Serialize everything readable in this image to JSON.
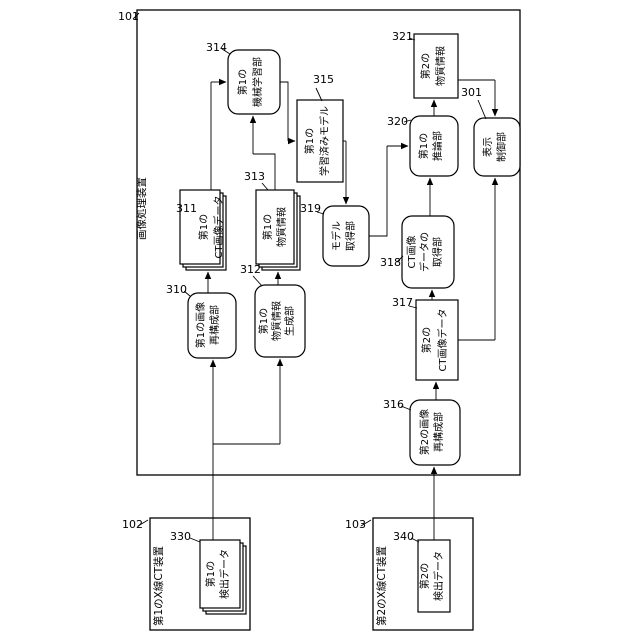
{
  "frames": {
    "f101": {
      "ref": "101",
      "title": "画像処理装置"
    },
    "f102": {
      "ref": "102",
      "title": "第1のX線CT装置"
    },
    "f103": {
      "ref": "103",
      "title": "第2のX線CT装置"
    }
  },
  "blocks": {
    "b330": {
      "ref": "330",
      "lines": [
        "第1の",
        "検出データ"
      ]
    },
    "b340": {
      "ref": "340",
      "lines": [
        "第2の",
        "検出データ"
      ]
    },
    "b310": {
      "ref": "310",
      "lines": [
        "第1の画像",
        "再構成部"
      ]
    },
    "b312": {
      "ref": "312",
      "lines": [
        "第1の",
        "物質情報",
        "生成部"
      ]
    },
    "b311": {
      "ref": "311",
      "lines": [
        "第1の",
        "CT画像データ"
      ]
    },
    "b313": {
      "ref": "313",
      "lines": [
        "第1の",
        "物質情報"
      ]
    },
    "b314": {
      "ref": "314",
      "lines": [
        "第1の",
        "機械学習部"
      ]
    },
    "b315": {
      "ref": "315",
      "lines": [
        "第1の",
        "学習済みモデル"
      ]
    },
    "b319": {
      "ref": "319",
      "lines": [
        "モデル",
        "取得部"
      ]
    },
    "b316": {
      "ref": "316",
      "lines": [
        "第2の画像",
        "再構成部"
      ]
    },
    "b317": {
      "ref": "317",
      "lines": [
        "第2の",
        "CT画像データ"
      ]
    },
    "b318": {
      "ref": "318",
      "lines": [
        "CT画像",
        "データの",
        "取得部"
      ]
    },
    "b320": {
      "ref": "320",
      "lines": [
        "第1の",
        "推論部"
      ]
    },
    "b321": {
      "ref": "321",
      "lines": [
        "第2の",
        "物質情報"
      ]
    },
    "b301": {
      "ref": "301",
      "lines": [
        "表示",
        "制御部"
      ]
    }
  }
}
